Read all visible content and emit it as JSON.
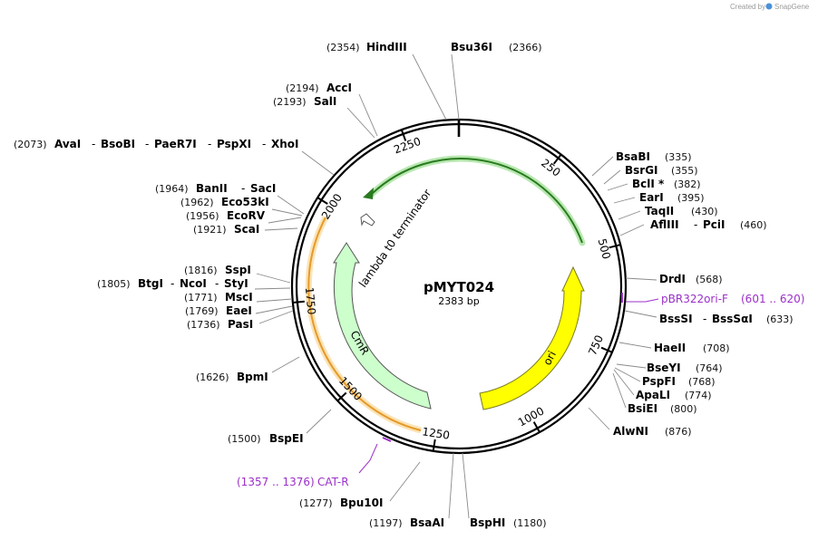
{
  "branding": {
    "created_by": "Created by",
    "app_name": "SnapGene"
  },
  "plasmid": {
    "name": "pMYT024",
    "length_label": "2383 bp",
    "length": 2383
  },
  "ticks": [
    "250",
    "500",
    "750",
    "1000",
    "1250",
    "1500",
    "1750",
    "2000",
    "2250"
  ],
  "features": [
    {
      "name": "lambda t0 terminator",
      "color": "#32b432"
    },
    {
      "name": "ori",
      "color": "#ffff00"
    },
    {
      "name": "CmR",
      "color": "#ccffcc"
    },
    {
      "name": "",
      "color": "#f0b040"
    }
  ],
  "primers": [
    {
      "name": "pBR322ori-F",
      "range": "(601 .. 620)",
      "color": "#9b30c8"
    },
    {
      "name": "CAT-R",
      "range": "(1357 .. 1376)",
      "color": "#9b30c8"
    }
  ],
  "sites": [
    {
      "name": "Bsu36I",
      "pos": "(2366)"
    },
    {
      "name": "HindIII",
      "pos": "(2354)"
    },
    {
      "name": "AccI",
      "pos": "(2194)"
    },
    {
      "name": "SalI",
      "pos": "(2193)"
    },
    {
      "name": "AvaI",
      "pos": "(2073)"
    },
    {
      "name": "BsoBI",
      "pos": ""
    },
    {
      "name": "PaeR7I",
      "pos": ""
    },
    {
      "name": "PspXI",
      "pos": ""
    },
    {
      "name": "XhoI",
      "pos": ""
    },
    {
      "name": "BanII",
      "pos": "(1964)"
    },
    {
      "name": "SacI",
      "pos": ""
    },
    {
      "name": "Eco53kI",
      "pos": "(1962)"
    },
    {
      "name": "EcoRV",
      "pos": "(1956)"
    },
    {
      "name": "ScaI",
      "pos": "(1921)"
    },
    {
      "name": "SspI",
      "pos": "(1816)"
    },
    {
      "name": "BtgI",
      "pos": "(1805)"
    },
    {
      "name": "NcoI",
      "pos": ""
    },
    {
      "name": "StyI",
      "pos": ""
    },
    {
      "name": "MscI",
      "pos": "(1771)"
    },
    {
      "name": "EaeI",
      "pos": "(1769)"
    },
    {
      "name": "PasI",
      "pos": "(1736)"
    },
    {
      "name": "BpmI",
      "pos": "(1626)"
    },
    {
      "name": "BspEI",
      "pos": "(1500)"
    },
    {
      "name": "Bpu10I",
      "pos": "(1277)"
    },
    {
      "name": "BsaAI",
      "pos": "(1197)"
    },
    {
      "name": "BspHI",
      "pos": "(1180)"
    },
    {
      "name": "AlwNI",
      "pos": "(876)"
    },
    {
      "name": "BsiEI",
      "pos": "(800)"
    },
    {
      "name": "ApaLI",
      "pos": "(774)"
    },
    {
      "name": "PspFI",
      "pos": "(768)"
    },
    {
      "name": "BseYI",
      "pos": "(764)"
    },
    {
      "name": "HaeII",
      "pos": "(708)"
    },
    {
      "name": "BssSI",
      "pos": "(633)"
    },
    {
      "name": "BssSαI",
      "pos": ""
    },
    {
      "name": "DrdI",
      "pos": "(568)"
    },
    {
      "name": "AflIII",
      "pos": "(460)"
    },
    {
      "name": "PciI",
      "pos": ""
    },
    {
      "name": "TaqII",
      "pos": "(430)"
    },
    {
      "name": "EarI",
      "pos": "(395)"
    },
    {
      "name": "BclI *",
      "pos": "(382)"
    },
    {
      "name": "BsrGI",
      "pos": "(355)"
    },
    {
      "name": "BsaBI",
      "pos": "(335)"
    }
  ],
  "separator": "-"
}
